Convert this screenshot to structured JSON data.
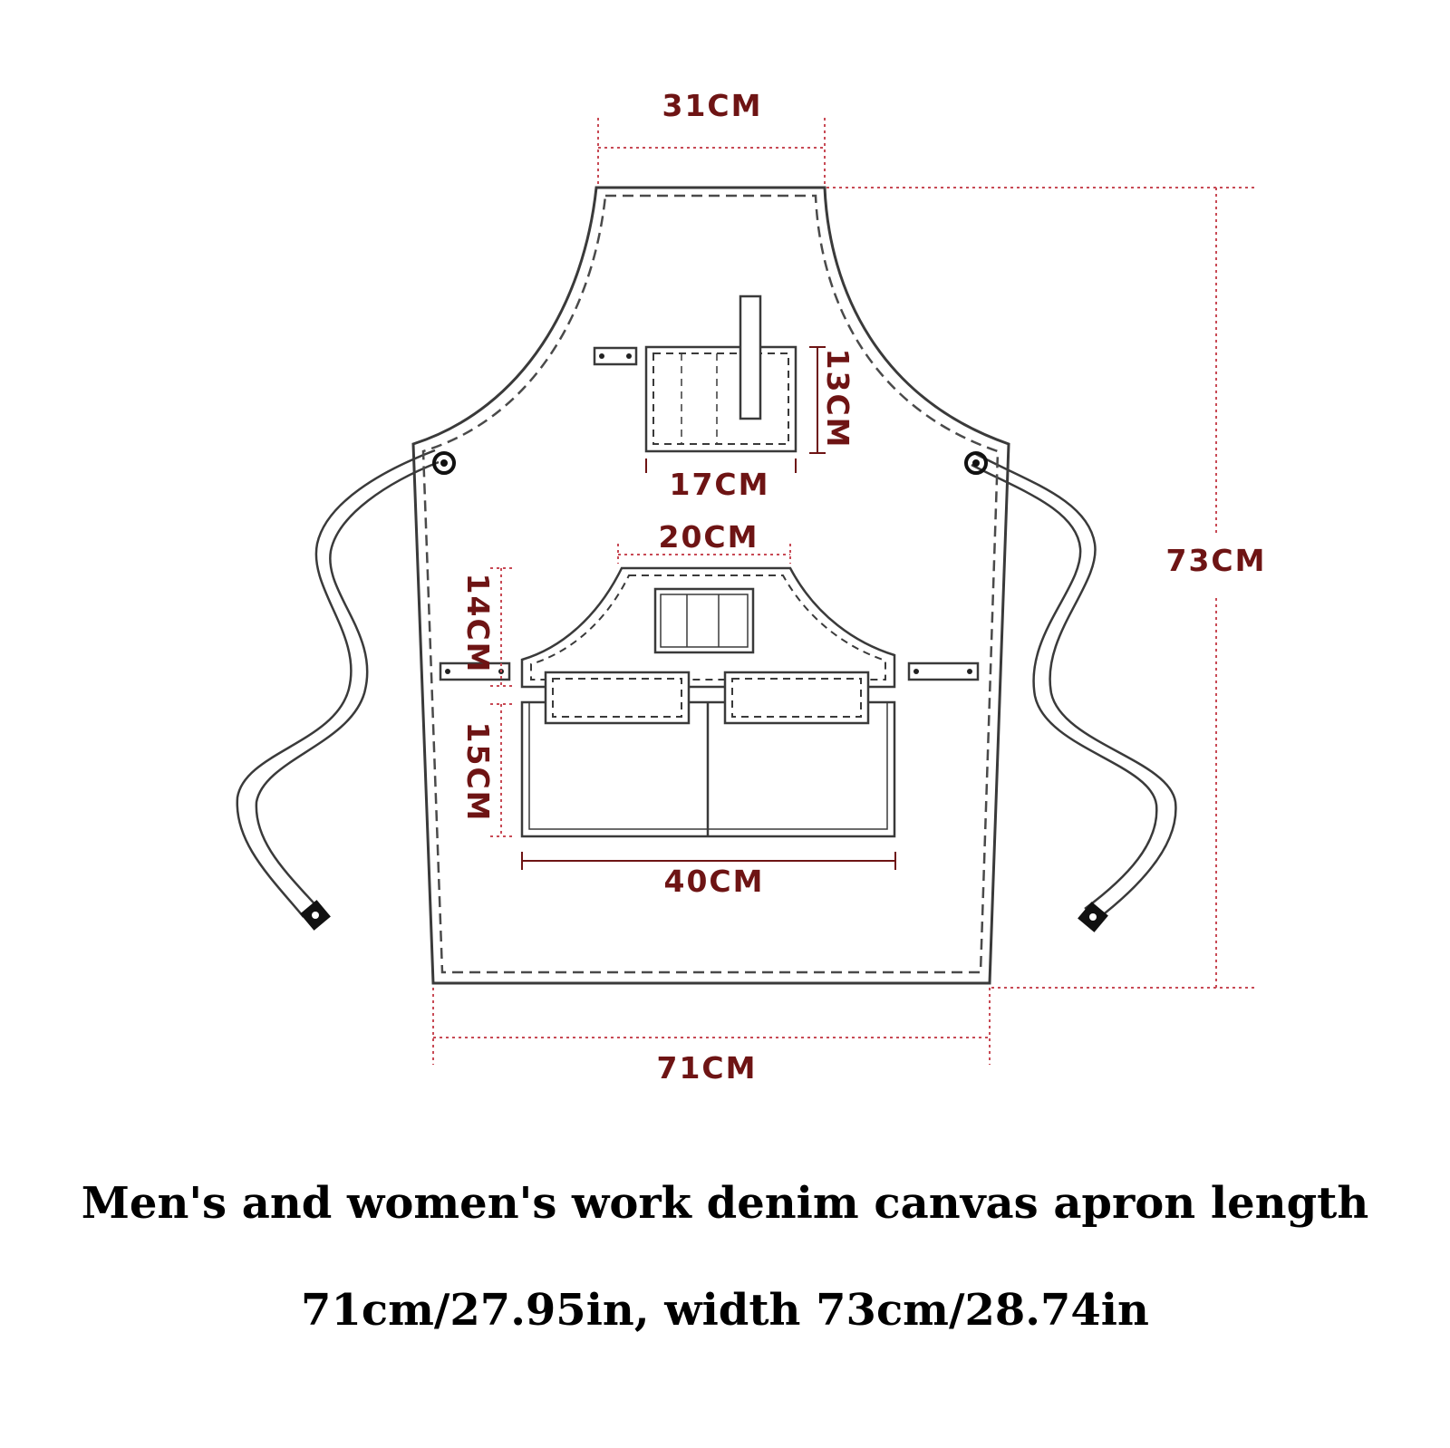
{
  "diagram": {
    "dimensions": {
      "neck_width": "31CM",
      "top_pocket_height": "13CM",
      "top_pocket_width": "17CM",
      "bib_pocket_width": "20CM",
      "bib_pocket_height": "14CM",
      "lower_pocket_height": "15CM",
      "lower_pocket_width": "40CM",
      "apron_length": "73CM",
      "apron_width": "71CM"
    },
    "colors": {
      "outline": "#3a3a3a",
      "dimension": "#6e1414",
      "dotted_guide": "#c84a55"
    }
  },
  "caption": {
    "line1": "Men's and women's work denim canvas apron length",
    "line2": "71cm/27.95in, width 73cm/28.74in"
  }
}
